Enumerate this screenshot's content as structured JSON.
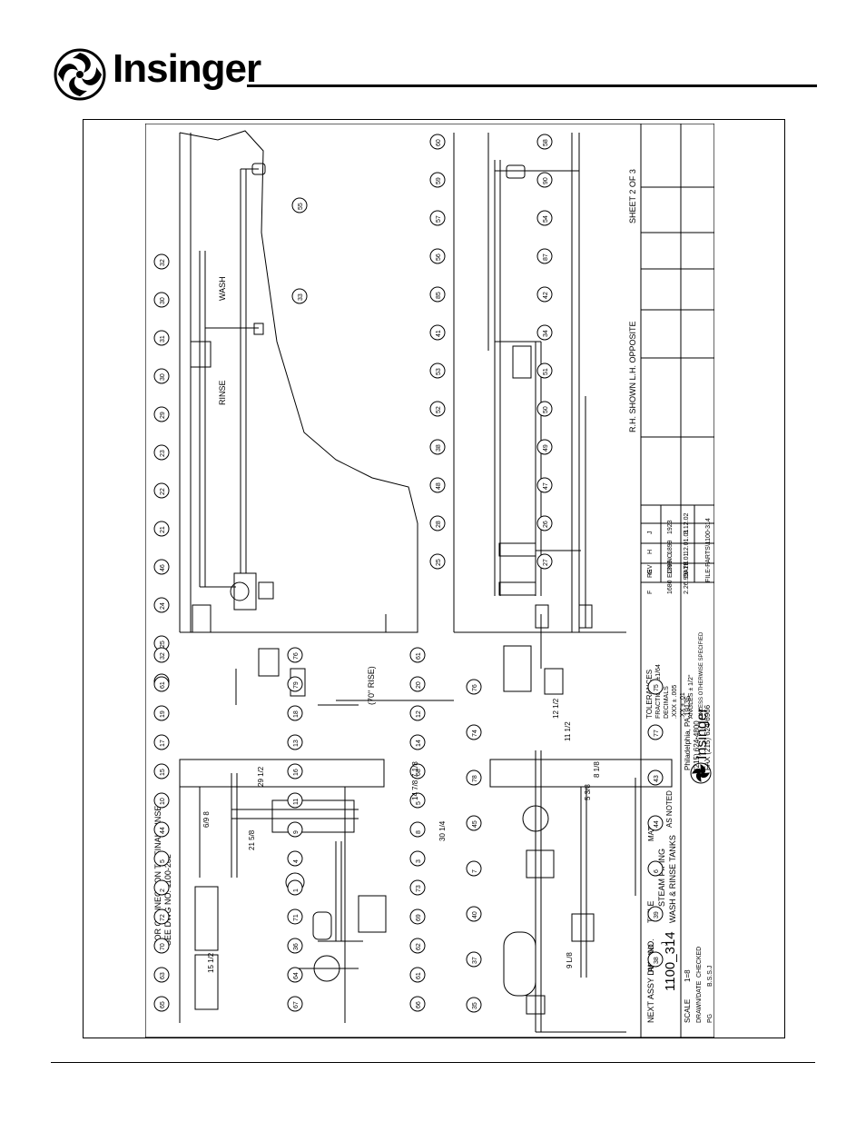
{
  "header": {
    "brand": "Insinger"
  },
  "drawing": {
    "note_connection_1": "FOR CONNECTION TO FINAL RINSE",
    "note_connection_2": "SEE DWG NO. 1100-282",
    "label_wash": "WASH",
    "label_rinse": "RINSE",
    "label_rise": "(70\" RISE)",
    "shown_note": "R.H. SHOWN  L.H. OPPOSITE",
    "sheet": "SHEET 2 OF 3",
    "dims": [
      "21 5/8",
      "29 1/2",
      "14 7/8",
      "7 1/8",
      "30 1/4",
      "15 1/2",
      "6/9 8",
      "12 1/2",
      "11 1/2",
      "8 1/8",
      "5 3/8",
      "9 L/8"
    ],
    "callouts_left_view": [
      "32",
      "76",
      "61",
      "61",
      "79",
      "20",
      "19",
      "18",
      "12",
      "17",
      "13",
      "14",
      "15",
      "16",
      "68",
      "10",
      "11",
      "5",
      "44",
      "9",
      "8",
      "5",
      "4",
      "3",
      "2",
      "1",
      "73",
      "72",
      "71",
      "69",
      "70",
      "36",
      "62",
      "63",
      "64",
      "61",
      "65",
      "67",
      "66"
    ],
    "callouts_top_view": [
      "32",
      "30",
      "31",
      "30",
      "29",
      "23",
      "22",
      "21",
      "46",
      "24",
      "25",
      "45",
      "33",
      "55",
      "60",
      "58",
      "59",
      "90",
      "57",
      "54",
      "56",
      "87",
      "85",
      "42",
      "41",
      "34",
      "53",
      "51",
      "52",
      "50",
      "38",
      "49",
      "48",
      "47",
      "28",
      "26",
      "25",
      "27"
    ],
    "callouts_bottom_view": [
      "76",
      "75",
      "74",
      "77",
      "78",
      "43",
      "45",
      "44",
      "7",
      "6",
      "40",
      "39",
      "37",
      "38",
      "35"
    ],
    "title_block": {
      "next_assy_label": "NEXT ASSY DWG NO.",
      "dwg_no": "1100_314",
      "rev_label": "REV NO.",
      "rev_value": "J",
      "scale_label": "SCALE",
      "scale_value": "1=8",
      "drawn_label": "DRAWN/DATE",
      "drawn_value": "PG",
      "checked_label": "CHECKED",
      "checked_value": "B.S.S.J",
      "title_label": "TITLE",
      "title_line1": "STEAM PIPING",
      "title_line2": "WASH & RINSE TANKS",
      "mat_label": "MAT'L",
      "mat_value": "AS NOTED",
      "tolerances_label": "TOLERANCES",
      "tol_fractions": "FRACTIONS ±1/64",
      "tol_decimals": "DECIMALS",
      "tol_xxx": ".XXX ± .005",
      "tol_xx": ".XX ± .01",
      "tol_angles": "ANGLES ± 1/2°",
      "tol_unless": "UNLESS OTHERWISE SPECIFIED",
      "company_name": "Insinger",
      "company_city": "Philadelphia, PA 19135",
      "company_phone": "(215) 624-4800",
      "company_fax": "FAX (215) 624-6966",
      "rev_rows": [
        {
          "rev": "J",
          "ecn": "1923",
          "date": "3.12.02"
        },
        {
          "rev": "H",
          "ecn": "1899",
          "date": "12.01.01"
        },
        {
          "rev": "G",
          "ecn": "1898",
          "date": "9.28.01"
        },
        {
          "rev": "F",
          "ecn": "1680",
          "date": "2.26.99"
        }
      ],
      "rev_header_rev": "REV",
      "rev_header_ecn": "ECN NO.",
      "rev_header_date": "DATE",
      "file_label": "FILE-PARTS\\1100-314"
    }
  }
}
